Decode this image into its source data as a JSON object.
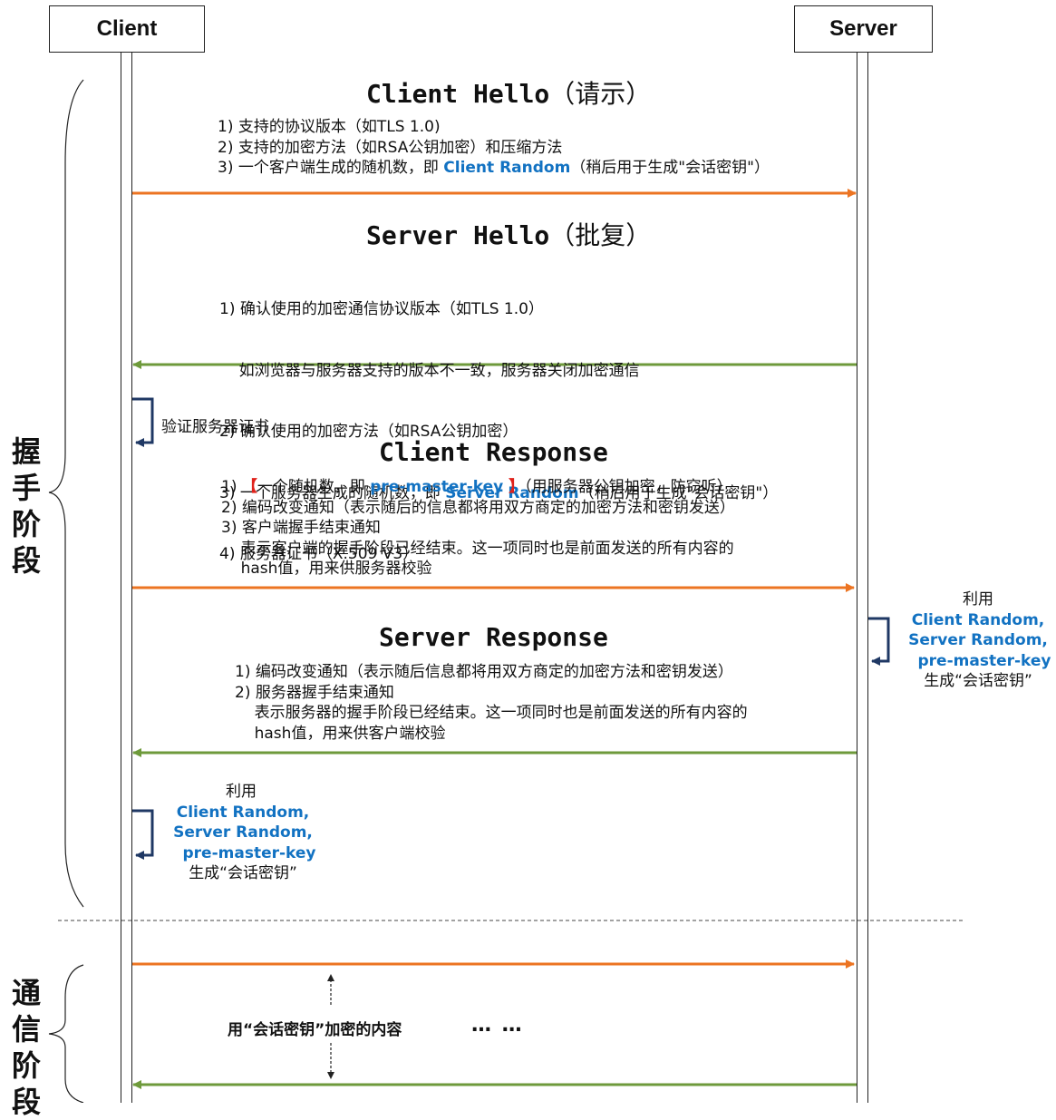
{
  "actors": {
    "client": "Client",
    "server": "Server"
  },
  "colors": {
    "request_arrow": "#ec7422",
    "response_arrow": "#6e9a3b",
    "self_arrow": "#1f3864",
    "highlight": "#1272c2",
    "bracket": "#e0221b"
  },
  "phases": {
    "handshake": [
      "握",
      "手",
      "阶",
      "段"
    ],
    "communication": [
      "通",
      "信",
      "阶",
      "段"
    ]
  },
  "client_hello": {
    "title_code": "Client Hello",
    "title_cn": "（请示）",
    "lines": [
      {
        "text": "1) 支持的协议版本（如TLS 1.0)"
      },
      {
        "text": "2) 支持的加密方法（如RSA公钥加密）和压缩方法"
      },
      {
        "pre": "3) 一个客户端生成的随机数，即 ",
        "hl": "Client Random",
        "post": "（稍后用于生成\"会话密钥\"）"
      }
    ]
  },
  "server_hello": {
    "title_code": "Server Hello",
    "title_cn": "（批复）",
    "lines": [
      {
        "text": "1) 确认使用的加密通信协议版本（如TLS 1.0）"
      },
      {
        "text": "    如浏览器与服务器支持的版本不一致，服务器关闭加密通信"
      },
      {
        "text": "2) 确认使用的加密方法（如RSA公钥加密）"
      },
      {
        "pre": "3) 一个服务器生成的随机数，即 ",
        "hl": "Server Random",
        "post": "（稍后用于生成\"会话密钥\"）"
      },
      {
        "text": "4) 服务器证书（X.509 V3）"
      }
    ]
  },
  "verify_note": "验证服务器证书",
  "client_response": {
    "title_code": "Client Response",
    "line1_prefix": "1) ",
    "bracket_open": "【",
    "line1_mid": "一个随机数，即 ",
    "line1_hl": "pre-master-key",
    "bracket_close": " 】",
    "line1_post": "（用服务器公钥加密，防窃听）",
    "lines": [
      "2) 编码改变通知（表示随后的信息都将用双方商定的加密方法和密钥发送）",
      "3) 客户端握手结束通知",
      "    表示客户端的握手阶段已经结束。这一项同时也是前面发送的所有内容的",
      "    hash值，用来供服务器校验"
    ]
  },
  "server_note": {
    "l1": "利用",
    "l2": "Client Random,",
    "l3": "Server Random,",
    "l4": "pre-master-key",
    "l5": "生成“会话密钥”"
  },
  "server_response": {
    "title_code": "Server Response",
    "lines": [
      "1) 编码改变通知（表示随后信息都将用双方商定的加密方法和密钥发送）",
      "2) 服务器握手结束通知",
      "    表示服务器的握手阶段已经结束。这一项同时也是前面发送的所有内容的",
      "    hash值，用来供客户端校验"
    ]
  },
  "client_note": {
    "l1": "利用",
    "l2": "Client Random,",
    "l3": "Server Random,",
    "l4": "pre-master-key",
    "l5": "生成“会话密钥”"
  },
  "comm": {
    "label": "用“会话密钥”加密的内容",
    "ellipsis": "… …"
  }
}
